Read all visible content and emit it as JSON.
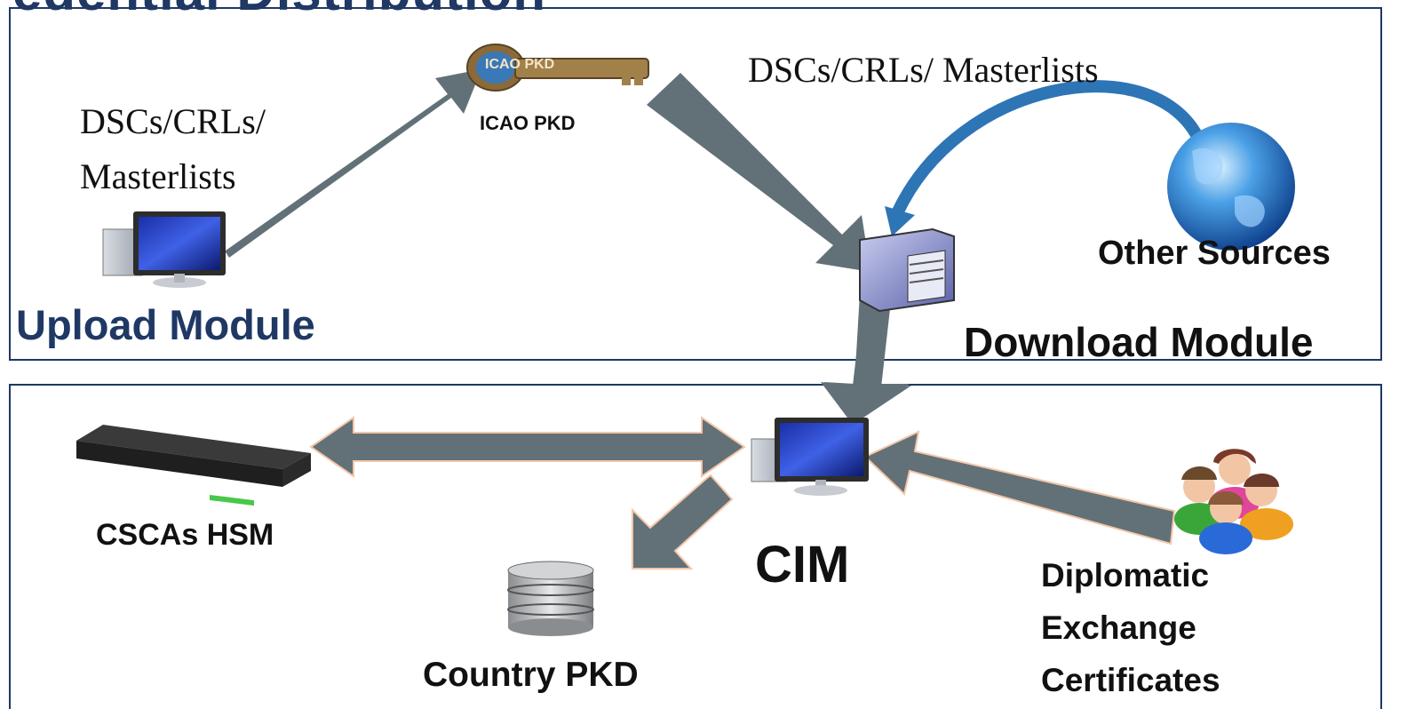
{
  "title_partial": "edential Distribution",
  "upload_module": {
    "label": "Upload Module",
    "flow_text_line1": "DSCs/CRLs/",
    "flow_text_line2": "Masterlists"
  },
  "icao": {
    "logo_text": "ICAO PKD",
    "label": "ICAO PKD"
  },
  "download_module": {
    "label": "Download Module",
    "flow_text": "DSCs/CRLs/ Masterlists",
    "other_sources": "Other Sources"
  },
  "bottom": {
    "hsm_label": "CSCAs HSM",
    "cim_label": "CIM",
    "country_pkd_label": "Country PKD",
    "diplomatic_line1": "Diplomatic",
    "diplomatic_line2": "Exchange",
    "diplomatic_line3": "Certificates"
  },
  "colors": {
    "frame": "#1f3864",
    "arrow_fill": "#627178",
    "arrow_outline": "#f4c6a8",
    "heading_blue": "#1f3864",
    "curve_blue": "#2e75b6"
  }
}
